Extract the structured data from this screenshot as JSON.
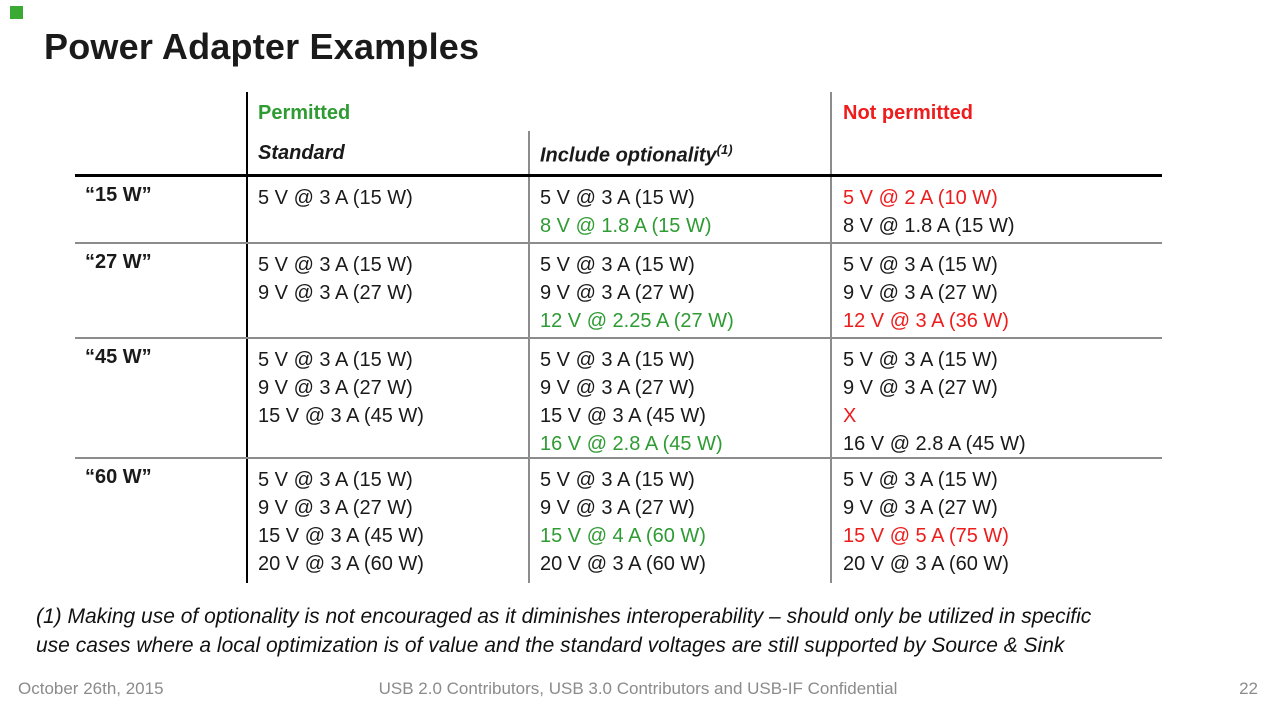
{
  "slide": {
    "title": "Power Adapter Examples"
  },
  "colors": {
    "black": "#1a1a1a",
    "green": "#2e9b33",
    "red": "#ee1c1c",
    "corner_green": "#3aaa35",
    "line_black": "#000000",
    "line_gray": "#8c8c8c",
    "footer_gray": "#8b8b8b"
  },
  "table": {
    "headers": {
      "permitted": "Permitted",
      "not_permitted": "Not permitted",
      "standard": "Standard",
      "optionality": "Include optionality",
      "optionality_superscript": "(1)"
    },
    "rows": [
      {
        "label": "“15 W”",
        "standard": [
          {
            "text": "5 V @ 3 A (15 W)",
            "color": "black"
          }
        ],
        "optionality": [
          {
            "text": "5 V @ 3 A (15 W)",
            "color": "black"
          },
          {
            "text": "8 V @ 1.8 A (15 W)",
            "color": "green"
          }
        ],
        "not_permitted": [
          {
            "text": "5 V @ 2 A (10 W)",
            "color": "red"
          },
          {
            "text": "8 V @ 1.8 A (15 W)",
            "color": "black"
          }
        ]
      },
      {
        "label": "“27 W”",
        "standard": [
          {
            "text": "5 V @ 3 A (15 W)",
            "color": "black"
          },
          {
            "text": "9 V @ 3 A (27 W)",
            "color": "black"
          }
        ],
        "optionality": [
          {
            "text": "5 V @ 3 A (15 W)",
            "color": "black"
          },
          {
            "text": "9 V @ 3 A (27 W)",
            "color": "black"
          },
          {
            "text": "12 V @ 2.25 A (27 W)",
            "color": "green"
          }
        ],
        "not_permitted": [
          {
            "text": "5 V @ 3 A (15 W)",
            "color": "black"
          },
          {
            "text": "9 V @ 3 A (27 W)",
            "color": "black"
          },
          {
            "text": "12 V @ 3 A (36 W)",
            "color": "red"
          }
        ]
      },
      {
        "label": "“45 W”",
        "standard": [
          {
            "text": "5 V @ 3 A (15 W)",
            "color": "black"
          },
          {
            "text": "9 V @ 3 A (27 W)",
            "color": "black"
          },
          {
            "text": "15 V @ 3 A (45 W)",
            "color": "black"
          }
        ],
        "optionality": [
          {
            "text": "5 V @ 3 A (15 W)",
            "color": "black"
          },
          {
            "text": "9 V @ 3 A (27 W)",
            "color": "black"
          },
          {
            "text": "15 V @ 3 A (45 W)",
            "color": "black"
          },
          {
            "text": "16 V @ 2.8 A (45 W)",
            "color": "green"
          }
        ],
        "not_permitted": [
          {
            "text": "5 V @ 3 A (15 W)",
            "color": "black"
          },
          {
            "text": "9 V @ 3 A (27 W)",
            "color": "black"
          },
          {
            "text": "X",
            "color": "red"
          },
          {
            "text": "16 V @ 2.8 A (45 W)",
            "color": "black"
          }
        ]
      },
      {
        "label": "“60 W”",
        "standard": [
          {
            "text": "5 V @ 3 A (15 W)",
            "color": "black"
          },
          {
            "text": "9 V @ 3 A (27 W)",
            "color": "black"
          },
          {
            "text": "15 V @ 3 A (45 W)",
            "color": "black"
          },
          {
            "text": "20 V @ 3 A (60 W)",
            "color": "black"
          }
        ],
        "optionality": [
          {
            "text": "5 V @ 3 A (15 W)",
            "color": "black"
          },
          {
            "text": "9 V @ 3 A (27 W)",
            "color": "black"
          },
          {
            "text": "15 V @ 4 A (60 W)",
            "color": "green"
          },
          {
            "text": "20 V @ 3 A (60 W)",
            "color": "black"
          }
        ],
        "not_permitted": [
          {
            "text": "5 V @ 3 A (15 W)",
            "color": "black"
          },
          {
            "text": "9 V @ 3 A (27 W)",
            "color": "black"
          },
          {
            "text": "15 V @ 5 A (75 W)",
            "color": "red"
          },
          {
            "text": "20 V @ 3 A (60 W)",
            "color": "black"
          }
        ]
      }
    ]
  },
  "footnote": {
    "line1": "(1) Making use of optionality is not encouraged as it diminishes  interoperability – should only be utilized in specific",
    "line2": "use cases where a local optimization is of value and the standard voltages are still supported by Source & Sink"
  },
  "footer": {
    "date": "October 26th, 2015",
    "center": "USB 2.0 Contributors, USB 3.0 Contributors and USB-IF Confidential",
    "page": "22"
  }
}
